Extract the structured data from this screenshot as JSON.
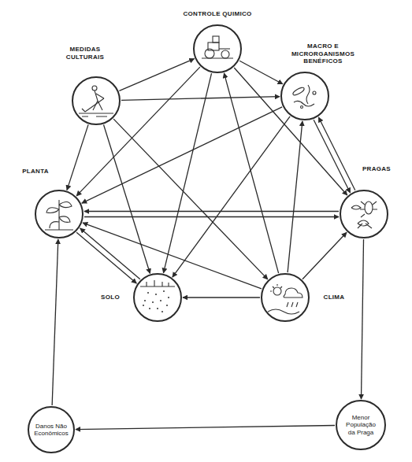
{
  "diagram": {
    "nodes": [
      {
        "text": [
          "CONTROLE QUIMICO"
        ]
      },
      {
        "text": [
          "MEDIDAS CULTURAIS"
        ]
      },
      {
        "text": [
          "MACRO E MICRORGANISMOS BENÉFICOS"
        ]
      },
      {
        "text": [
          "PLANTA"
        ]
      },
      {
        "text": [
          "PRAGAS"
        ]
      },
      {
        "text": [
          "SOLO"
        ]
      },
      {
        "text": [
          "CLIMA"
        ]
      },
      {
        "text": [
          "Danos Não Econômicos"
        ]
      },
      {
        "text": [
          "Menor População da Praga"
        ]
      }
    ],
    "edges": [
      {
        "from": 0,
        "to": 2,
        "arrow": "to"
      },
      {
        "from": 0,
        "to": 4,
        "arrow": "to"
      },
      {
        "from": 0,
        "to": 3,
        "arrow": "to"
      },
      {
        "from": 0,
        "to": 5,
        "arrow": "to"
      },
      {
        "from": 1,
        "to": 0,
        "arrow": "to"
      },
      {
        "from": 1,
        "to": 2,
        "arrow": "to"
      },
      {
        "from": 1,
        "to": 3,
        "arrow": "to"
      },
      {
        "from": 1,
        "to": 5,
        "arrow": "to"
      },
      {
        "from": 1,
        "to": 6,
        "arrow": "to"
      },
      {
        "from": 2,
        "to": 4,
        "arrow": "to"
      },
      {
        "from": 4,
        "to": 2,
        "arrow": "to"
      },
      {
        "from": 2,
        "to": 3,
        "arrow": "to"
      },
      {
        "from": 2,
        "to": 5,
        "arrow": "to"
      },
      {
        "from": 3,
        "to": 4,
        "arrow": "to"
      },
      {
        "from": 4,
        "to": 3,
        "arrow": "to"
      },
      {
        "from": 3,
        "to": 5,
        "arrow": "to"
      },
      {
        "from": 5,
        "to": 3,
        "arrow": "to"
      },
      {
        "from": 6,
        "to": 3,
        "arrow": "to"
      },
      {
        "from": 6,
        "to": 5,
        "arrow": "to"
      },
      {
        "from": 6,
        "to": 4,
        "arrow": "to"
      },
      {
        "from": 6,
        "to": 2,
        "arrow": "to"
      },
      {
        "from": 6,
        "to": 0,
        "arrow": "to"
      },
      {
        "from": 4,
        "to": 8,
        "arrow": "to"
      },
      {
        "from": 8,
        "to": 7,
        "arrow": "to"
      },
      {
        "from": 7,
        "to": 3,
        "arrow": "to"
      }
    ]
  }
}
